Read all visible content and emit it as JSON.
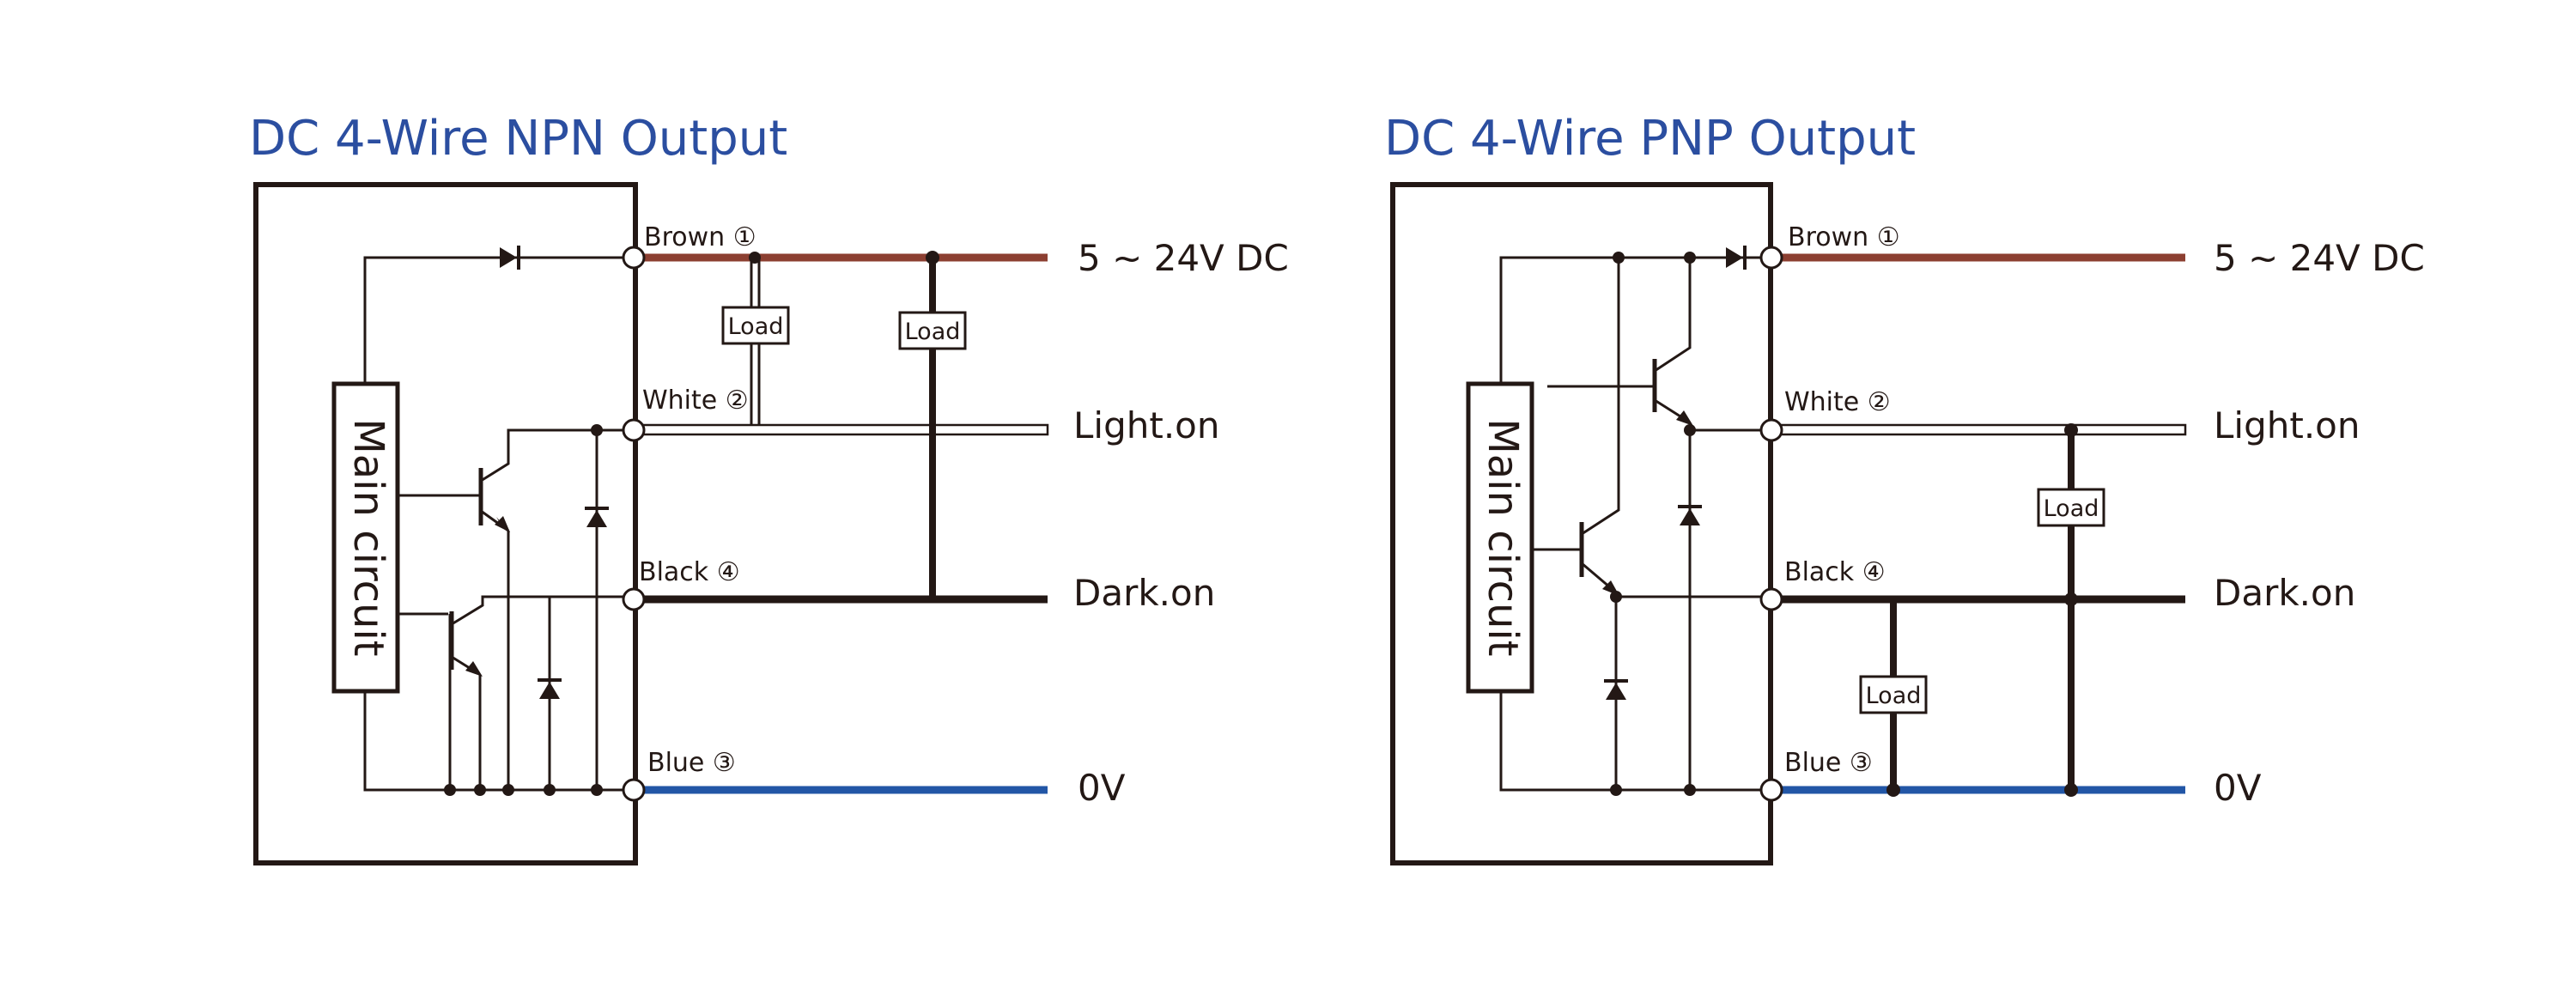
{
  "colors": {
    "title": "#2b4ea0",
    "ink": "#231815",
    "brown": "#8c3f31",
    "blue": "#2256a6",
    "black": "#231815",
    "white_wire_edge": "#231815"
  },
  "npn": {
    "title": "DC 4-Wire NPN Output",
    "main_circuit": "Main circuit",
    "terminals": {
      "brown": "Brown ①",
      "white": "White ②",
      "black": "Black ④",
      "blue": "Blue ③"
    },
    "supply": {
      "v": "5 ~ 24V DC",
      "light": "Light.on",
      "dark": "Dark.on",
      "zero": "0V"
    },
    "load1": "Load",
    "load2": "Load"
  },
  "pnp": {
    "title": "DC 4-Wire PNP Output",
    "main_circuit": "Main circuit",
    "terminals": {
      "brown": "Brown ①",
      "white": "White ②",
      "black": "Black ④",
      "blue": "Blue ③"
    },
    "supply": {
      "v": "5 ~ 24V DC",
      "light": "Light.on",
      "dark": "Dark.on",
      "zero": "0V"
    },
    "load1": "Load",
    "load2": "Load"
  }
}
